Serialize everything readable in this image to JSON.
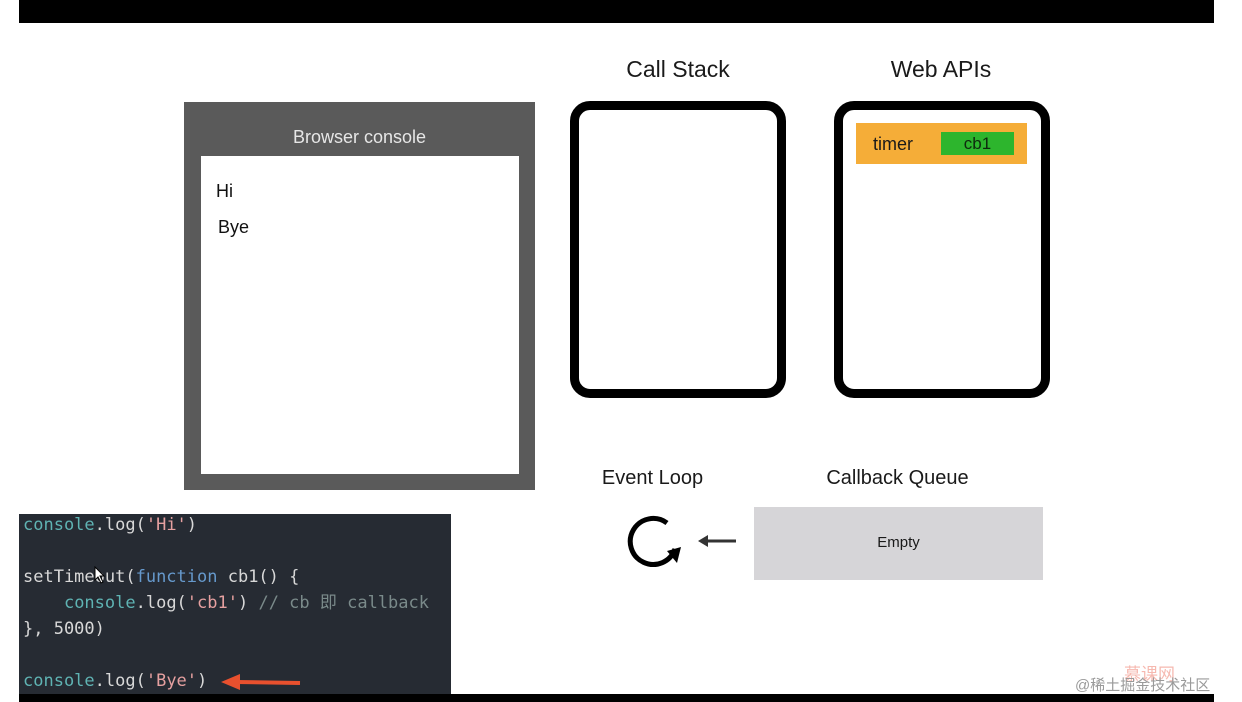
{
  "console": {
    "title": "Browser console",
    "lines": [
      "Hi",
      "Bye"
    ]
  },
  "call_stack": {
    "title": "Call Stack"
  },
  "web_apis": {
    "title": "Web APIs",
    "timer_label": "timer",
    "callback_label": "cb1"
  },
  "event_loop": {
    "title": "Event Loop",
    "icon": "loop-icon"
  },
  "callback_queue": {
    "title": "Callback Queue",
    "status": "Empty"
  },
  "code": {
    "line1": {
      "obj": "console",
      "rest1": ".log(",
      "str": "'Hi'",
      "rest2": ")"
    },
    "line3": {
      "fn": "setTimeout(",
      "kw": "function",
      "name": " cb1() {"
    },
    "line4": {
      "indent": "    ",
      "obj": "console",
      "rest1": ".log(",
      "str": "'cb1'",
      "rest2": ") ",
      "comment": "// cb 即 callback"
    },
    "line5": {
      "text": "}, 5000)"
    },
    "line7": {
      "obj": "console",
      "rest1": ".log(",
      "str": "'Bye'",
      "rest2": ")"
    }
  },
  "watermark": {
    "logo": "慕课网",
    "text": "@稀土掘金技术社区"
  },
  "colors": {
    "console_frame": "#5a5a5a",
    "timer_bg": "#f5ad38",
    "cb_tag": "#2db52d",
    "queue_bg": "#d6d5d8",
    "code_bg": "#262b33",
    "arrow_red": "#e8502e"
  }
}
